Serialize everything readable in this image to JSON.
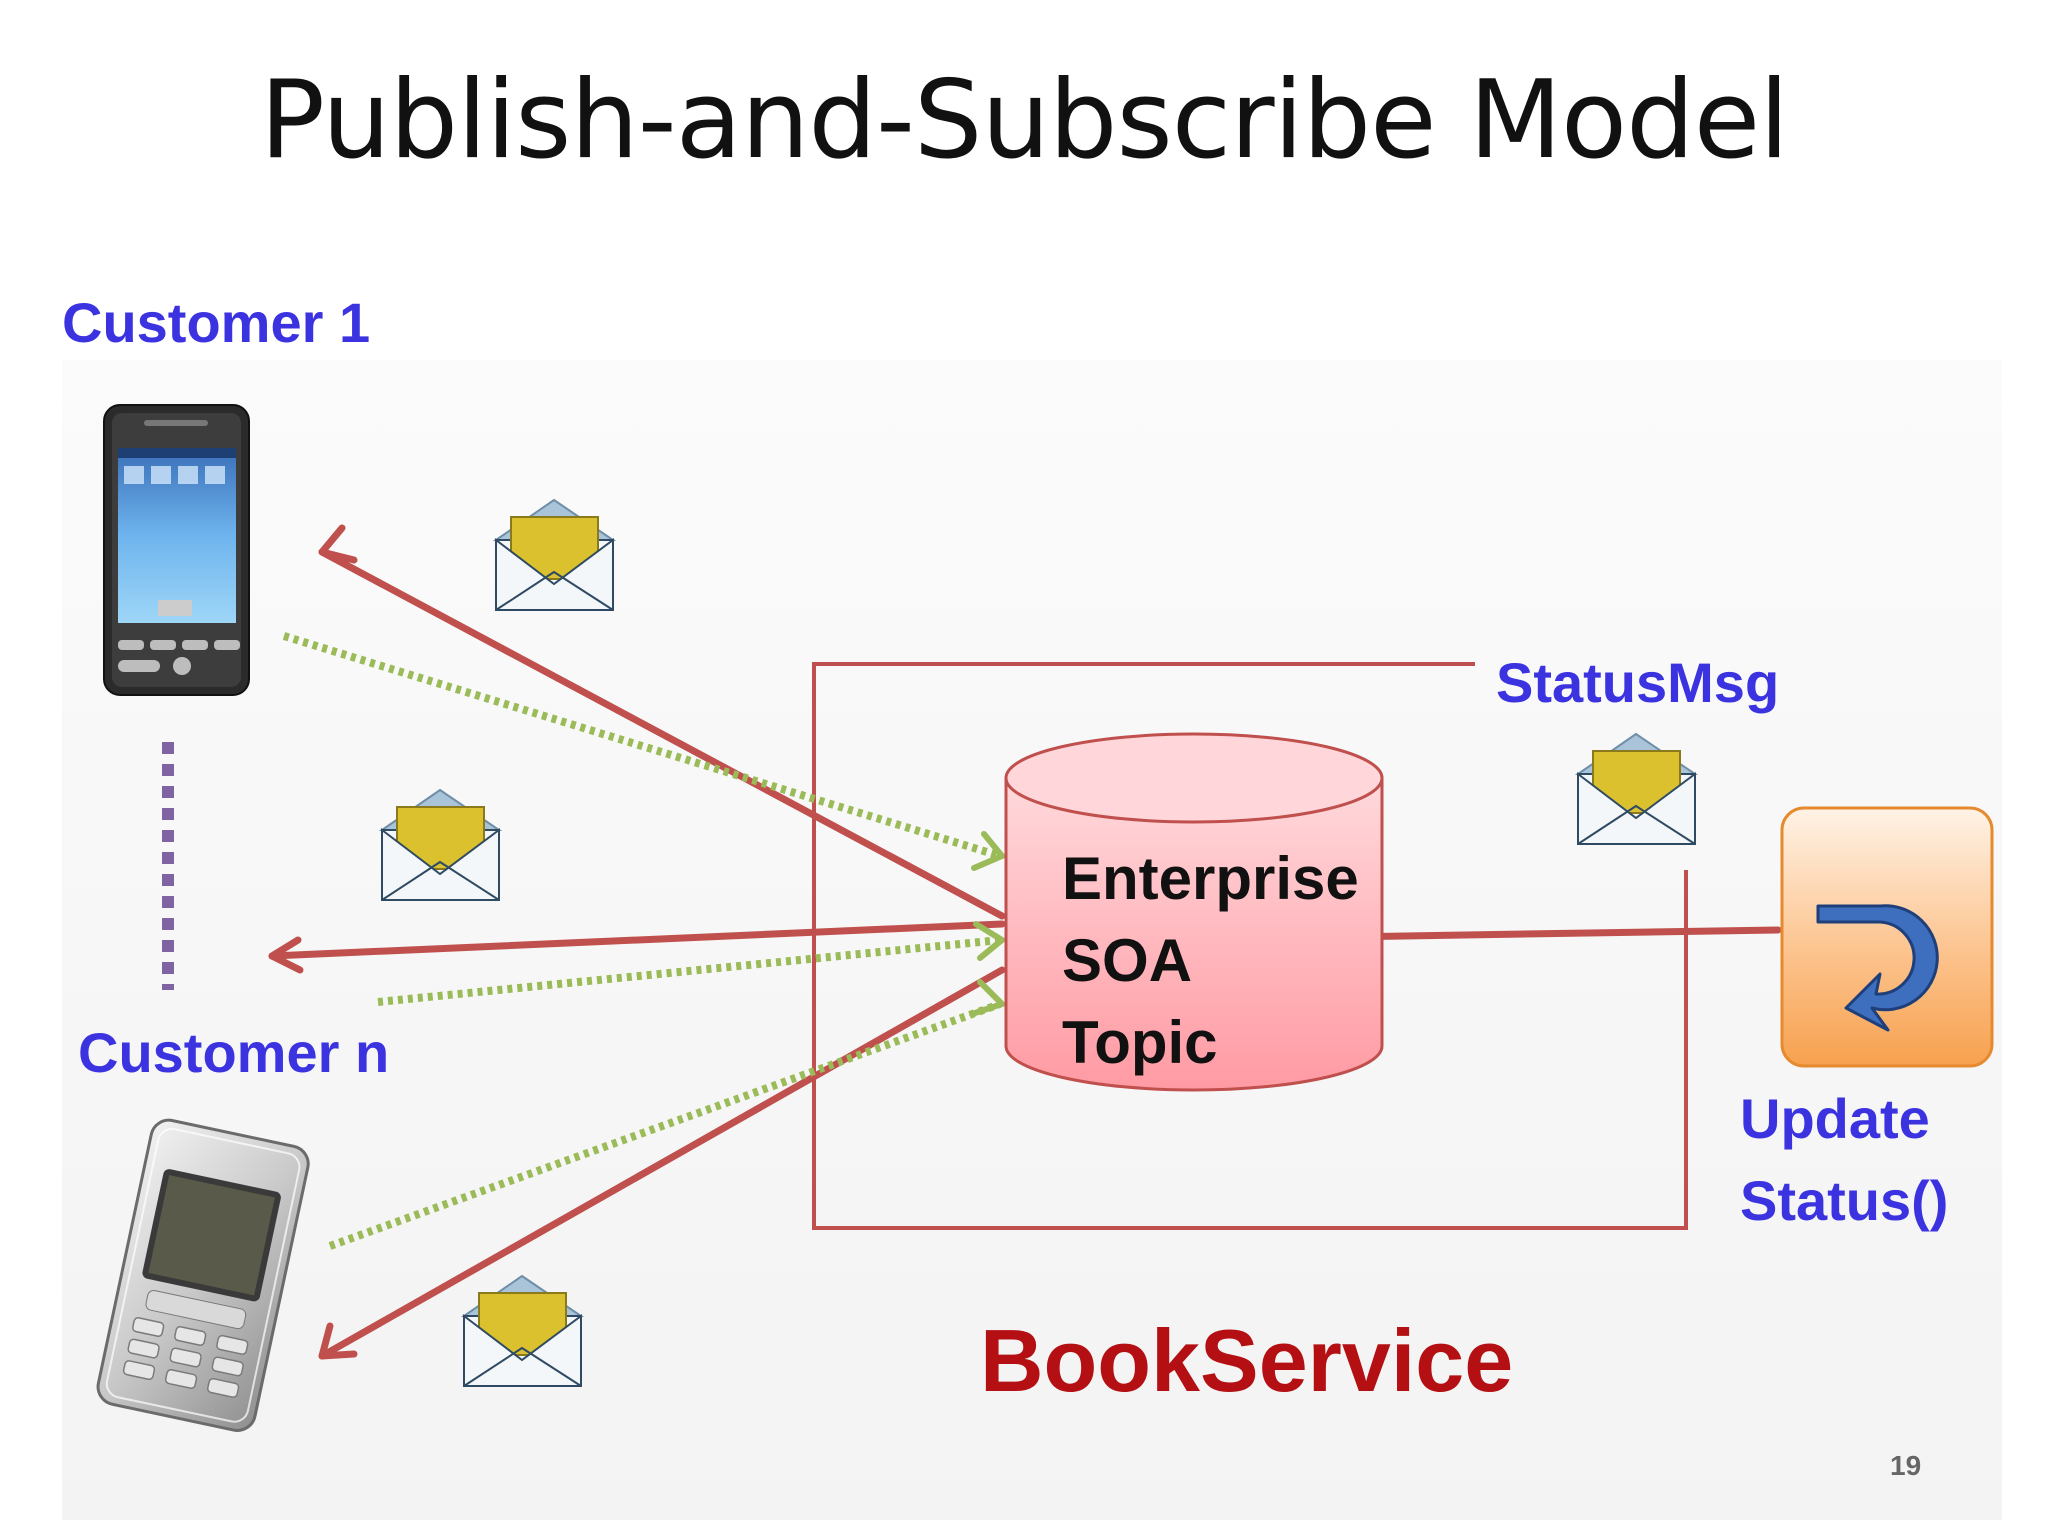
{
  "title": "Publish-and-Subscribe Model",
  "labels": {
    "customer_1": "Customer 1",
    "customer_n": "Customer n",
    "status_msg": "StatusMsg",
    "update_status_line1": "Update",
    "update_status_line2": "Status()",
    "service": "BookService"
  },
  "topic": {
    "line1": "Enterprise",
    "line2": "SOA",
    "line3": "Topic"
  },
  "page_number": "19",
  "colors": {
    "customer_label": "#3b33e0",
    "service_label": "#b40f12",
    "publish_arrow": "#c0504d",
    "subscribe_arrow": "#9bbb59",
    "topic_fill": "#ffb3b8",
    "envelope_letter": "#dcc12e",
    "update_button": "#f9a65a",
    "ellipsis_dots": "#8064a2"
  },
  "icons": {
    "customer_1_device": "smartphone-icon",
    "customer_n_device": "feature-phone-icon",
    "message": "envelope-icon",
    "update_action": "redo-arrow-icon"
  }
}
